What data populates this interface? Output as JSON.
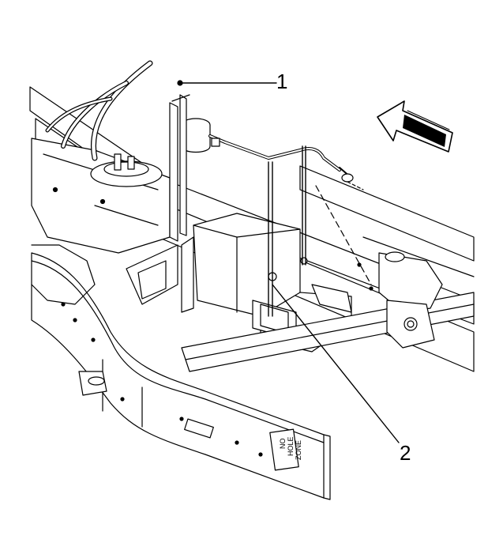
{
  "callouts": [
    {
      "id": "1",
      "label": "1"
    },
    {
      "id": "2",
      "label": "2"
    }
  ],
  "frame_stamp": {
    "line1": "NO",
    "line2": "HOLE",
    "line3": "ZONE"
  },
  "colors": {
    "line": "#000000",
    "background": "#ffffff",
    "fill": "#ffffff",
    "arrow_fill": "#000000"
  }
}
